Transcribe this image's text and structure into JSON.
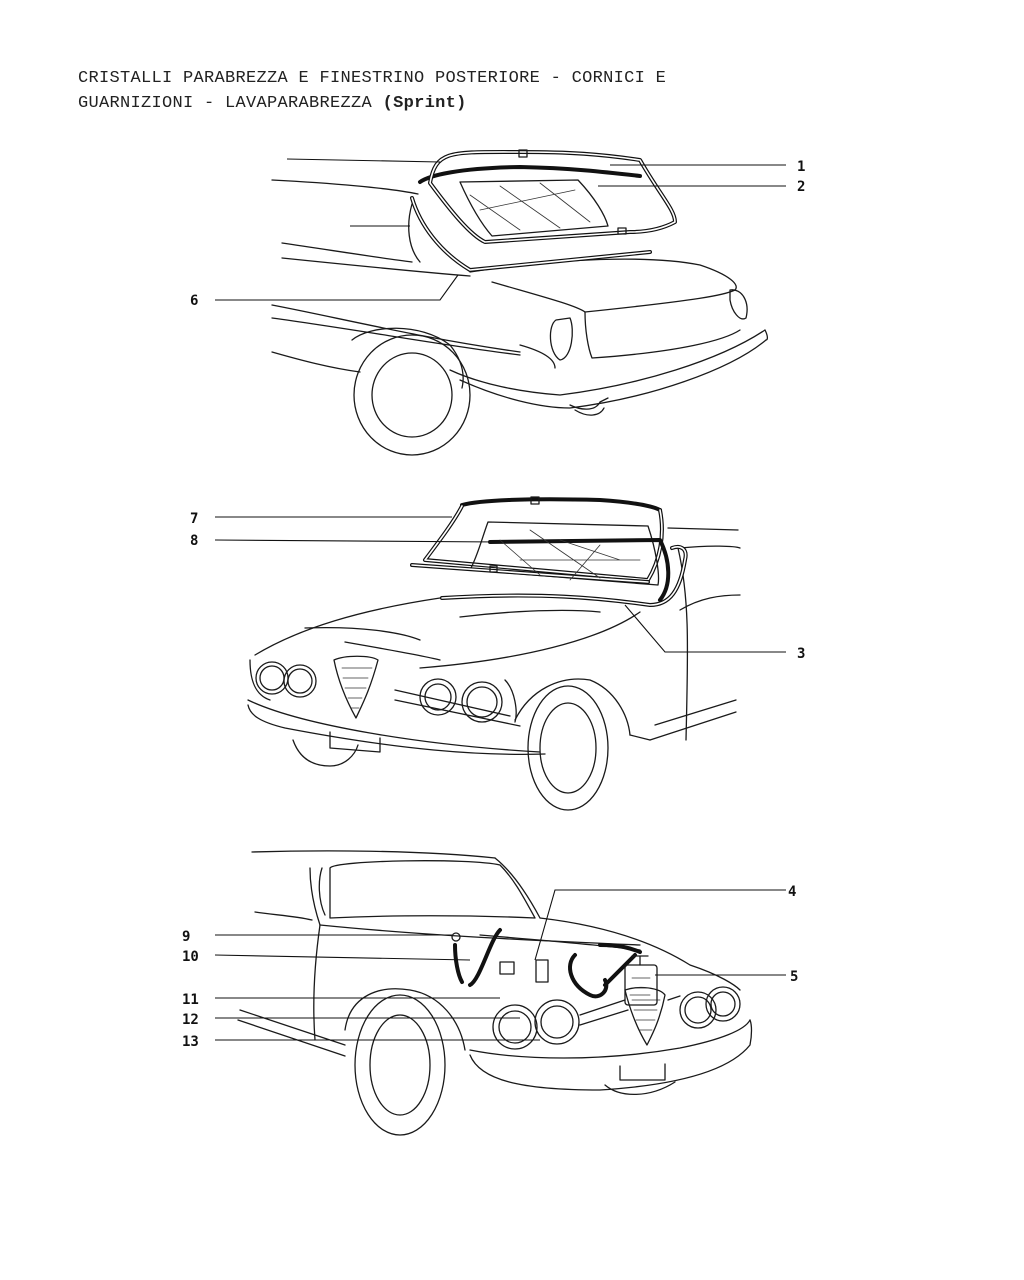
{
  "title": {
    "line1": "CRISTALLI PARABREZZA E FINESTRINO POSTERIORE - CORNICI E",
    "line2_a": "GUARNIZIONI - LAVAPARABREZZA ",
    "line2_b": "(Sprint)"
  },
  "callouts": {
    "n1": "1",
    "n2": "2",
    "n3": "3",
    "n4": "4",
    "n5": "5",
    "n6": "6",
    "n7": "7",
    "n8": "8",
    "n9": "9",
    "n10": "10",
    "n11": "11",
    "n12": "12",
    "n13": "13"
  }
}
